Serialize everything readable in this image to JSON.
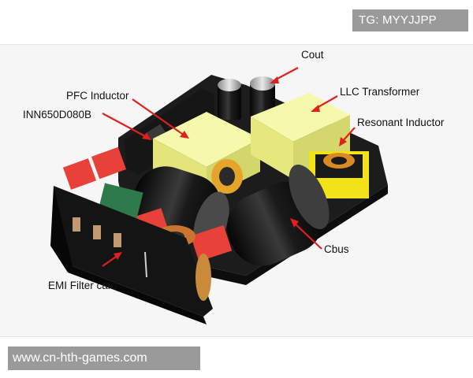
{
  "watermark": {
    "tag": "TG: MYYJJPP",
    "site": "www.cn-hth-games.com"
  },
  "labels": {
    "cout": "Cout",
    "pfc_inductor": "PFC Inductor",
    "inn_chip": "INN650D080B",
    "llc_transformer": "LLC Transformer",
    "resonant_inductor": "Resonant Inductor",
    "cbus": "Cbus",
    "emi_filter_card": "EMI Filter card"
  },
  "colors": {
    "arrow": "#e0201c",
    "pcb": "#1b1b1b",
    "transformer_yellow": "#eef08a",
    "capacitor_black": "#111111",
    "connector_red": "#e8413a"
  }
}
